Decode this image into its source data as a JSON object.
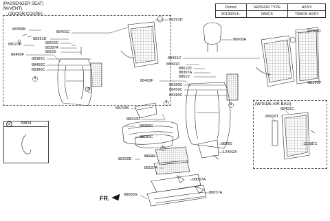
{
  "header": {
    "line1": "(PASSENGER SEAT)",
    "line2": "(W/VENT)",
    "line3": "(2DOOR COUPE)"
  },
  "period_table": {
    "columns": [
      "Period",
      "SENSOR TYPE",
      "ASSY"
    ],
    "rows": [
      [
        "20130214~",
        "NWCS",
        "TRACK ASSY"
      ]
    ]
  },
  "inset_airbag": {
    "title": "(W/SIDE AIR BAG)"
  },
  "inset_part": {
    "badge": "a",
    "code": "00824"
  },
  "orientation": "FR.",
  "callouts": {
    "c88391D_a": "88391D",
    "c88355B": "88355B",
    "c88401C_a": "88401C",
    "c88023B": "88023B",
    "c88391D_b": "88391D",
    "c88610C_a": "88610C",
    "c88397A_a": "88397A",
    "c88610_a": "88610",
    "c88400F_a": "88400F",
    "c88380C_a": "88380C",
    "c88450C_a": "88450C",
    "c88380C_b": "88380C",
    "c88600A": "88600A",
    "c88391D_c": "88391D",
    "c88401C_b": "88401C",
    "c88391D_d": "88391D",
    "c88610C_b": "88610C",
    "c88397A_b": "88397A",
    "c88610_b": "88610",
    "c88400F_b": "88400F",
    "c88380C_c": "88380C",
    "c88450C_b": "88450C",
    "c88380C_d": "88380C",
    "c88390P": "88390P",
    "c88401C_c": "88401C",
    "c88920T": "88920T",
    "c1339CC": "1339CC",
    "c88702B": "88702B",
    "c88010R": "88010R",
    "c88250C": "88250C",
    "c88180C": "88180C",
    "c88260": "88260",
    "c1249GA": "1249GA",
    "c88200D": "88200D",
    "c88190": "88190",
    "c88197A": "88197A",
    "c88067A": "88067A",
    "c88057A": "88057A",
    "c88600G": "88600G",
    "badge_a": "a"
  }
}
